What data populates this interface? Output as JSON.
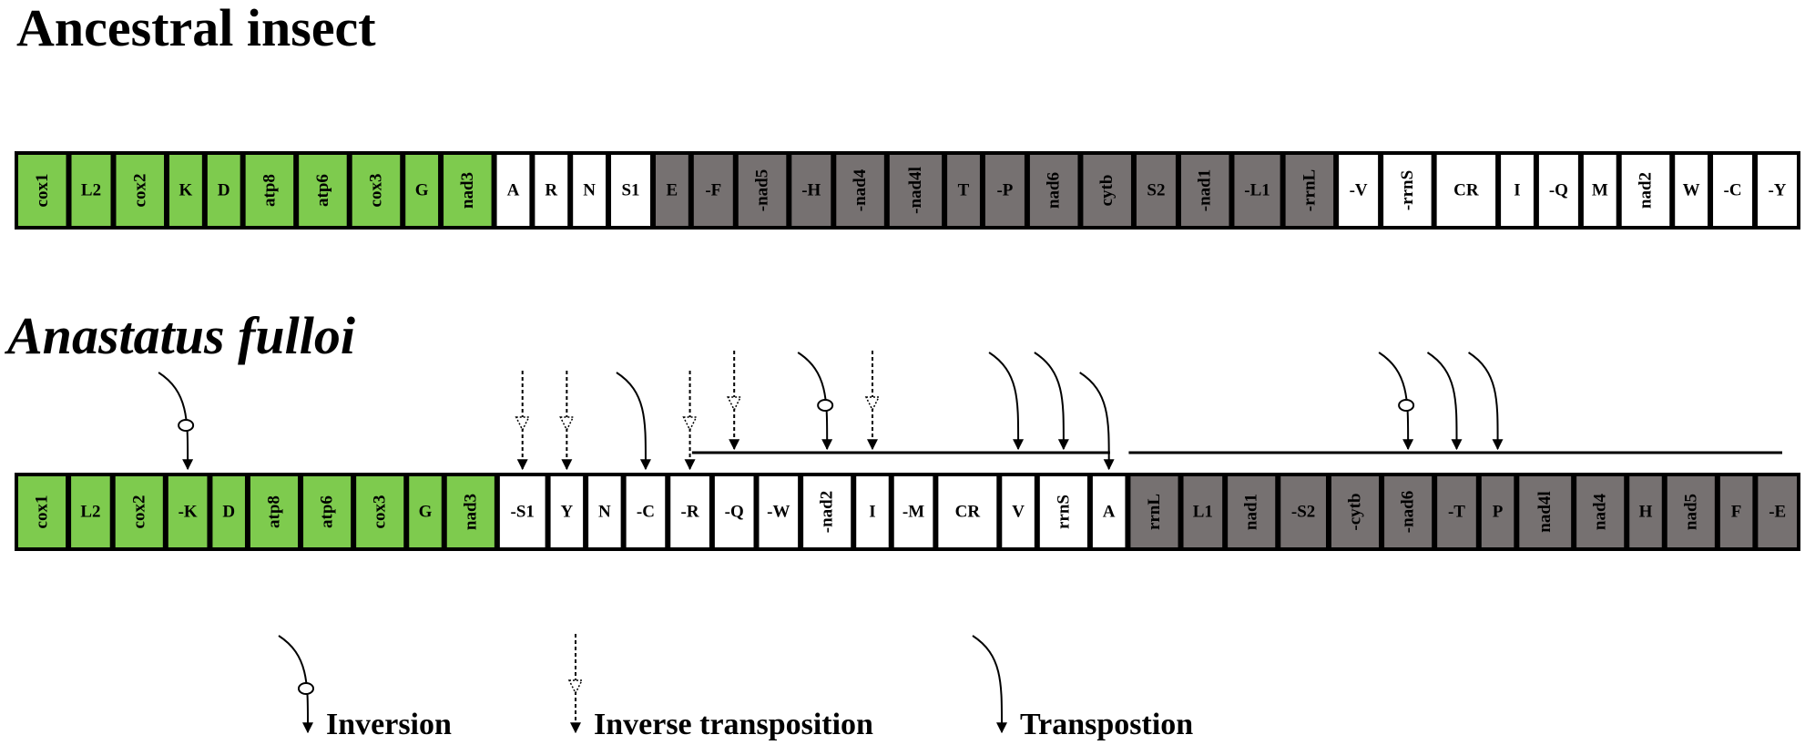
{
  "titles": {
    "ancestral": "Ancestral insect",
    "species": "Anastatus fulloi"
  },
  "colors": {
    "green": "#7ecb4e",
    "gray": "#767171",
    "white": "#ffffff",
    "border": "#000000"
  },
  "ancestral_genes": [
    {
      "label": "cox1",
      "color": "green",
      "vertical": true
    },
    {
      "label": "L2",
      "color": "green",
      "vertical": false
    },
    {
      "label": "cox2",
      "color": "green",
      "vertical": true
    },
    {
      "label": "K",
      "color": "green",
      "vertical": false
    },
    {
      "label": "D",
      "color": "green",
      "vertical": false
    },
    {
      "label": "atp8",
      "color": "green",
      "vertical": true
    },
    {
      "label": "atp6",
      "color": "green",
      "vertical": true
    },
    {
      "label": "cox3",
      "color": "green",
      "vertical": true
    },
    {
      "label": "G",
      "color": "green",
      "vertical": false
    },
    {
      "label": "nad3",
      "color": "green",
      "vertical": true
    },
    {
      "label": "A",
      "color": "white",
      "vertical": false
    },
    {
      "label": "R",
      "color": "white",
      "vertical": false
    },
    {
      "label": "N",
      "color": "white",
      "vertical": false
    },
    {
      "label": "S1",
      "color": "white",
      "vertical": false
    },
    {
      "label": "E",
      "color": "gray",
      "vertical": false
    },
    {
      "label": "-F",
      "color": "gray",
      "vertical": false
    },
    {
      "label": "-nad5",
      "color": "gray",
      "vertical": true
    },
    {
      "label": "-H",
      "color": "gray",
      "vertical": false
    },
    {
      "label": "-nad4",
      "color": "gray",
      "vertical": true
    },
    {
      "label": "-nad4l",
      "color": "gray",
      "vertical": true
    },
    {
      "label": "T",
      "color": "gray",
      "vertical": false
    },
    {
      "label": "-P",
      "color": "gray",
      "vertical": false
    },
    {
      "label": "nad6",
      "color": "gray",
      "vertical": true
    },
    {
      "label": "cytb",
      "color": "gray",
      "vertical": true
    },
    {
      "label": "S2",
      "color": "gray",
      "vertical": false
    },
    {
      "label": "-nad1",
      "color": "gray",
      "vertical": true
    },
    {
      "label": "-L1",
      "color": "gray",
      "vertical": false
    },
    {
      "label": "-rrnL",
      "color": "gray",
      "vertical": true
    },
    {
      "label": "-V",
      "color": "white",
      "vertical": false
    },
    {
      "label": "-rrnS",
      "color": "white",
      "vertical": true
    },
    {
      "label": "CR",
      "color": "white",
      "vertical": false
    },
    {
      "label": "I",
      "color": "white",
      "vertical": false
    },
    {
      "label": "-Q",
      "color": "white",
      "vertical": false
    },
    {
      "label": "M",
      "color": "white",
      "vertical": false
    },
    {
      "label": "nad2",
      "color": "white",
      "vertical": true
    },
    {
      "label": "W",
      "color": "white",
      "vertical": false
    },
    {
      "label": "-C",
      "color": "white",
      "vertical": false
    },
    {
      "label": "-Y",
      "color": "white",
      "vertical": false
    }
  ],
  "species_genes": [
    {
      "label": "cox1",
      "color": "green",
      "vertical": true
    },
    {
      "label": "L2",
      "color": "green",
      "vertical": false
    },
    {
      "label": "cox2",
      "color": "green",
      "vertical": true
    },
    {
      "label": "-K",
      "color": "green",
      "vertical": false
    },
    {
      "label": "D",
      "color": "green",
      "vertical": false
    },
    {
      "label": "atp8",
      "color": "green",
      "vertical": true
    },
    {
      "label": "atp6",
      "color": "green",
      "vertical": true
    },
    {
      "label": "cox3",
      "color": "green",
      "vertical": true
    },
    {
      "label": "G",
      "color": "green",
      "vertical": false
    },
    {
      "label": "nad3",
      "color": "green",
      "vertical": true
    },
    {
      "label": "-S1",
      "color": "white",
      "vertical": false
    },
    {
      "label": "Y",
      "color": "white",
      "vertical": false
    },
    {
      "label": "N",
      "color": "white",
      "vertical": false
    },
    {
      "label": "-C",
      "color": "white",
      "vertical": false
    },
    {
      "label": "-R",
      "color": "white",
      "vertical": false
    },
    {
      "label": "-Q",
      "color": "white",
      "vertical": false
    },
    {
      "label": "-W",
      "color": "white",
      "vertical": false
    },
    {
      "label": "-nad2",
      "color": "white",
      "vertical": true
    },
    {
      "label": "I",
      "color": "white",
      "vertical": false
    },
    {
      "label": "-M",
      "color": "white",
      "vertical": false
    },
    {
      "label": "CR",
      "color": "white",
      "vertical": false
    },
    {
      "label": "V",
      "color": "white",
      "vertical": false
    },
    {
      "label": "rrnS",
      "color": "white",
      "vertical": true
    },
    {
      "label": "A",
      "color": "white",
      "vertical": false
    },
    {
      "label": "rrnL",
      "color": "gray",
      "vertical": true
    },
    {
      "label": "L1",
      "color": "gray",
      "vertical": false
    },
    {
      "label": "nad1",
      "color": "gray",
      "vertical": true
    },
    {
      "label": "-S2",
      "color": "gray",
      "vertical": false
    },
    {
      "label": "-cytb",
      "color": "gray",
      "vertical": true
    },
    {
      "label": "-nad6",
      "color": "gray",
      "vertical": true
    },
    {
      "label": "-T",
      "color": "gray",
      "vertical": false
    },
    {
      "label": "P",
      "color": "gray",
      "vertical": false
    },
    {
      "label": "nad4l",
      "color": "gray",
      "vertical": true
    },
    {
      "label": "nad4",
      "color": "gray",
      "vertical": true
    },
    {
      "label": "H",
      "color": "gray",
      "vertical": false
    },
    {
      "label": "nad5",
      "color": "gray",
      "vertical": true
    },
    {
      "label": "F",
      "color": "gray",
      "vertical": false
    },
    {
      "label": "-E",
      "color": "gray",
      "vertical": false
    }
  ],
  "events": [
    {
      "type": "inversion",
      "target": "-K"
    },
    {
      "type": "inverse_transposition",
      "target": "-S1"
    },
    {
      "type": "inverse_transposition",
      "target": "Y"
    },
    {
      "type": "transposition",
      "target": "-C"
    },
    {
      "type": "inverse_transposition",
      "target": "-R"
    },
    {
      "type": "inverse_transposition",
      "target": "-Q",
      "ends_on_bar": true
    },
    {
      "type": "inversion",
      "target": "-nad2",
      "ends_on_bar": true
    },
    {
      "type": "inverse_transposition",
      "target": "I",
      "ends_on_bar": true
    },
    {
      "type": "transposition",
      "target": "V",
      "ends_on_bar": true
    },
    {
      "type": "transposition",
      "target": "rrnS",
      "ends_on_bar": true
    },
    {
      "type": "transposition",
      "target": "A"
    },
    {
      "type": "inversion",
      "target": "-nad6",
      "ends_on_bar": true
    },
    {
      "type": "transposition",
      "target": "-T",
      "ends_on_bar": true
    },
    {
      "type": "transposition",
      "target": "P",
      "ends_on_bar": true
    }
  ],
  "bars": [
    {
      "from": "-Q",
      "to": "rrnS"
    },
    {
      "from": "rrnL",
      "to": "-E"
    }
  ],
  "legend": [
    {
      "type": "inversion",
      "label": "Inversion"
    },
    {
      "type": "inverse_transposition",
      "label": "Inverse transposition"
    },
    {
      "type": "transposition",
      "label": "Transpostion"
    }
  ]
}
